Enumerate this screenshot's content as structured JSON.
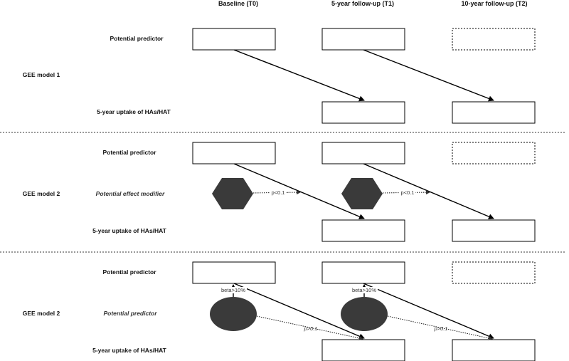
{
  "headers": {
    "t0": "Baseline (T0)",
    "t1": "5-year follow-up (T1)",
    "t2": "10-year follow-up (T2)"
  },
  "panel1": {
    "model": "GEE model 1",
    "predictor": "Potential predictor",
    "outcome": "5-year uptake of HAs/HAT"
  },
  "panel2": {
    "model": "GEE model 2",
    "predictor": "Potential predictor",
    "modifier": "Potential effect modifier",
    "outcome": "5-year uptake of HAs/HAT",
    "p_label_1": "p<0.1",
    "p_label_2": "p<0.1"
  },
  "panel3": {
    "model": "GEE model 2",
    "predictor": "Potential predictor",
    "confounder": "Potential predictor",
    "outcome": "5-year uptake of HAs/HAT",
    "beta_label_1": "beta>10%",
    "beta_label_2": "beta>10%",
    "p_label_1": "p>0.1",
    "p_label_2": "p>0.1"
  }
}
